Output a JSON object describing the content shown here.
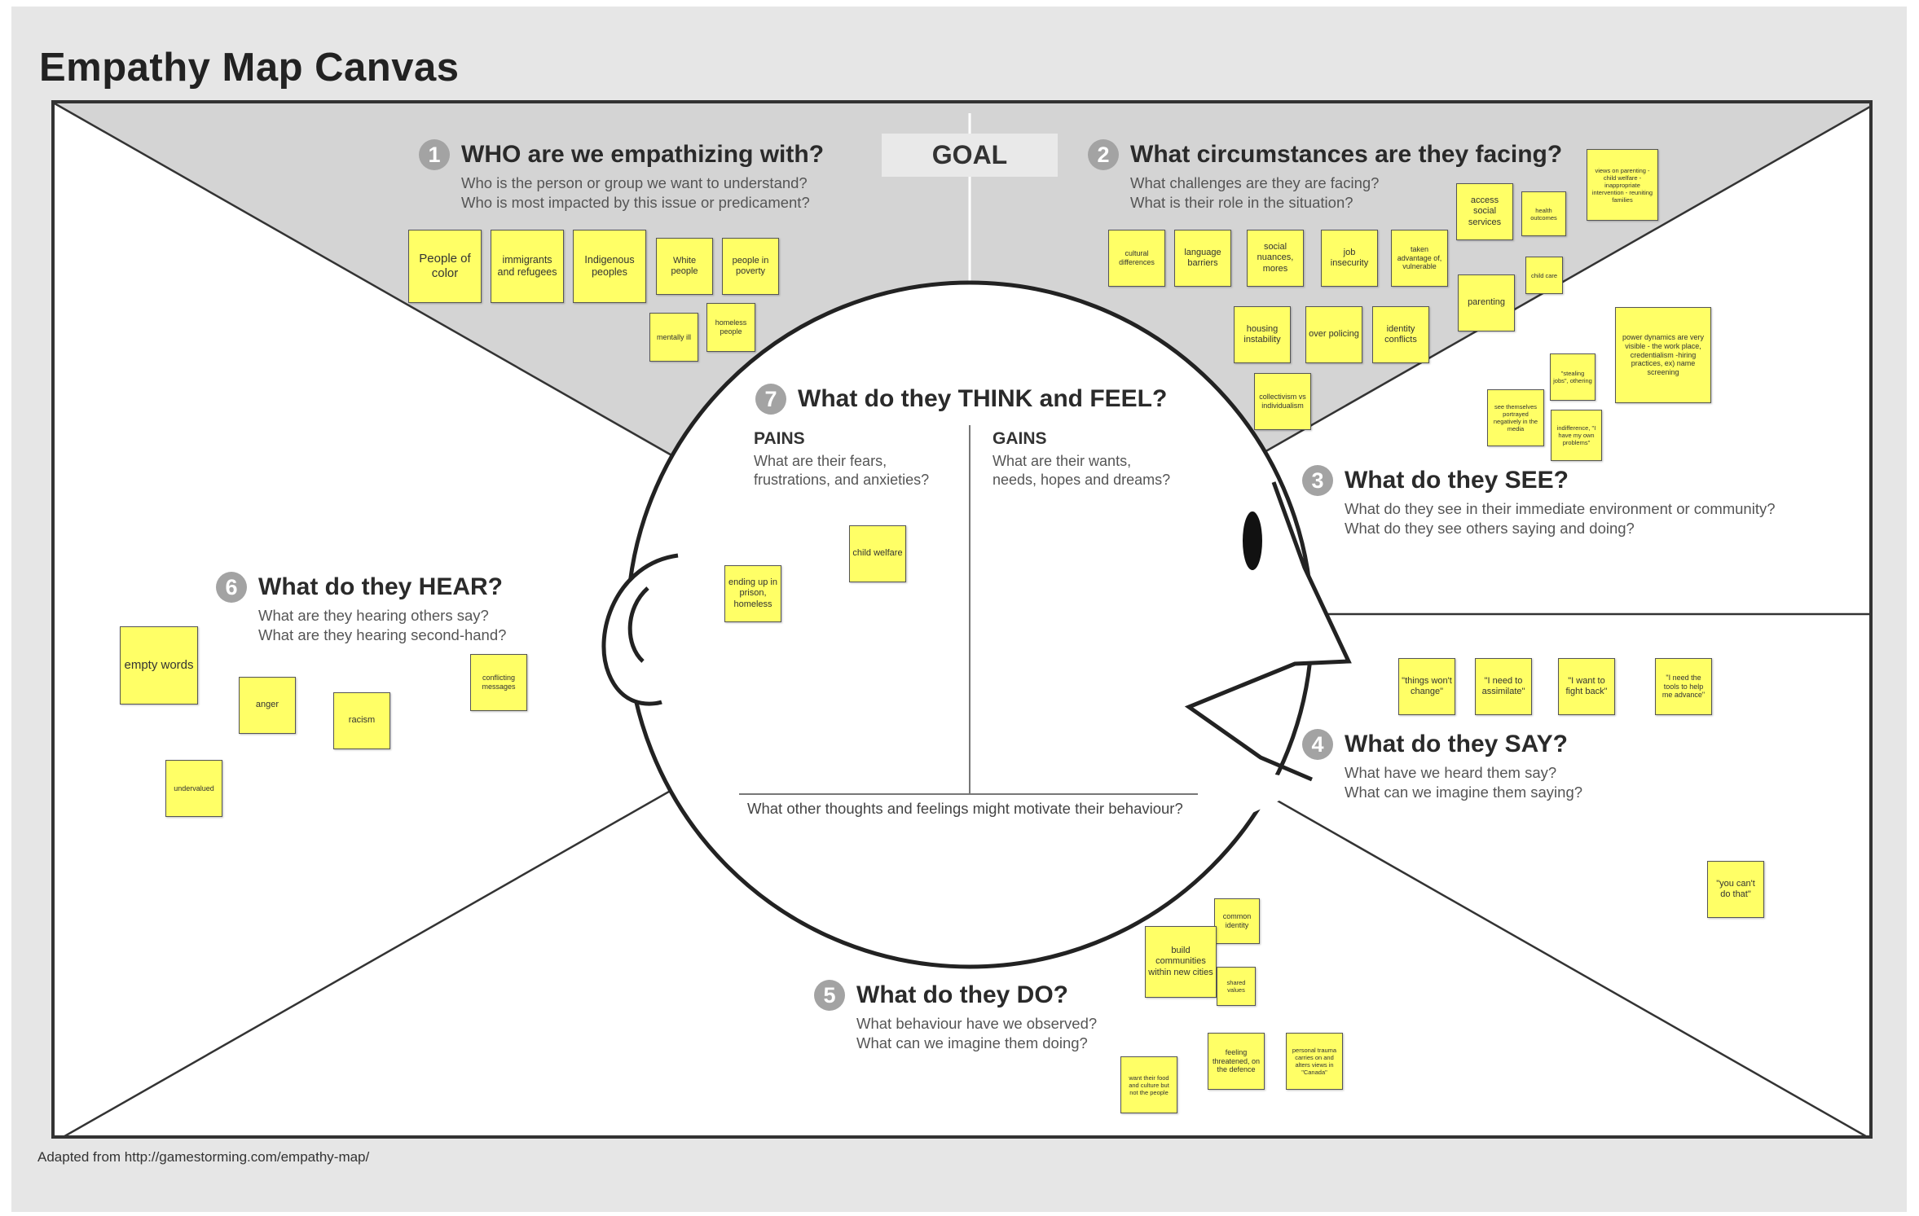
{
  "title": "Empathy Map Canvas",
  "footer": "Adapted from http://gamestorming.com/empathy-map/",
  "goal": "GOAL",
  "sections": {
    "who": {
      "num": "1",
      "heading": "WHO are we empathizing with?",
      "sub1": "Who is the person or group we want to understand?",
      "sub2": "Who is most impacted by this issue or predicament?"
    },
    "circumstances": {
      "num": "2",
      "heading": "What circumstances are they facing?",
      "sub1": "What challenges are they are facing?",
      "sub2": "What is their role in the situation?"
    },
    "see": {
      "num": "3",
      "heading": "What do they SEE?",
      "sub1": "What do they see in their immediate environment or community?",
      "sub2": "What do they see others saying and doing?"
    },
    "say": {
      "num": "4",
      "heading": "What do they SAY?",
      "sub1": "What have we heard them say?",
      "sub2": "What can we imagine them saying?"
    },
    "do": {
      "num": "5",
      "heading": "What do they DO?",
      "sub1": "What behaviour have we observed?",
      "sub2": "What can we imagine them doing?"
    },
    "hear": {
      "num": "6",
      "heading": "What do they HEAR?",
      "sub1": "What are they hearing others say?",
      "sub2": "What are they hearing second-hand?"
    },
    "think": {
      "num": "7",
      "heading": "What do they THINK and FEEL?",
      "pains_label": "PAINS",
      "pains_sub1": "What are their fears,",
      "pains_sub2": "frustrations, and anxieties?",
      "gains_label": "GAINS",
      "gains_sub1": "What are their wants,",
      "gains_sub2": "needs, hopes and dreams?",
      "motivate": "What other thoughts and feelings might motivate their behaviour?"
    }
  },
  "notes": {
    "who": [
      "People of color",
      "immigrants and refugees",
      "Indigenous peoples",
      "White people",
      "people in poverty",
      "mentally ill",
      "homeless people"
    ],
    "circumstances": [
      "cultural differences",
      "language barriers",
      "social nuances, mores",
      "job insecurity",
      "taken advantage of, vulnerable",
      "access social services",
      "health outcomes",
      "views on parenting - child welfare - inappropriate intervention - reuniting families",
      "child care",
      "parenting",
      "housing instability",
      "over policing",
      "identity conflicts",
      "collectivism vs individualism"
    ],
    "see": [
      "power dynamics are very visible - the work place, credentialism -hiring practices, ex) name screening",
      "\"stealing jobs\", othering",
      "see themselves portrayed negatively in the media",
      "indifference, \"I have my own problems\""
    ],
    "think": [
      "child welfare",
      "ending up in prison, homeless"
    ],
    "hear": [
      "empty words",
      "anger",
      "racism",
      "conflicting messages",
      "undervalued"
    ],
    "say": [
      "\"things won't change\"",
      "\"I need to assimilate\"",
      "\"I want to fight back\"",
      "\"I need the tools to help me advance\"",
      "\"you can't do that\""
    ],
    "do": [
      "common identity",
      "build communities within new cities",
      "shared values",
      "feeling threatened, on the defence",
      "personal trauma carries on and alters views in \"Canada\"",
      "want their food and culture but not the people"
    ]
  },
  "colors": {
    "background": "#e6e6e6",
    "board": "#ffffff",
    "shade": "#d4d4d4",
    "sticky": "#ffff66",
    "number_badge": "#a3a3a3"
  }
}
